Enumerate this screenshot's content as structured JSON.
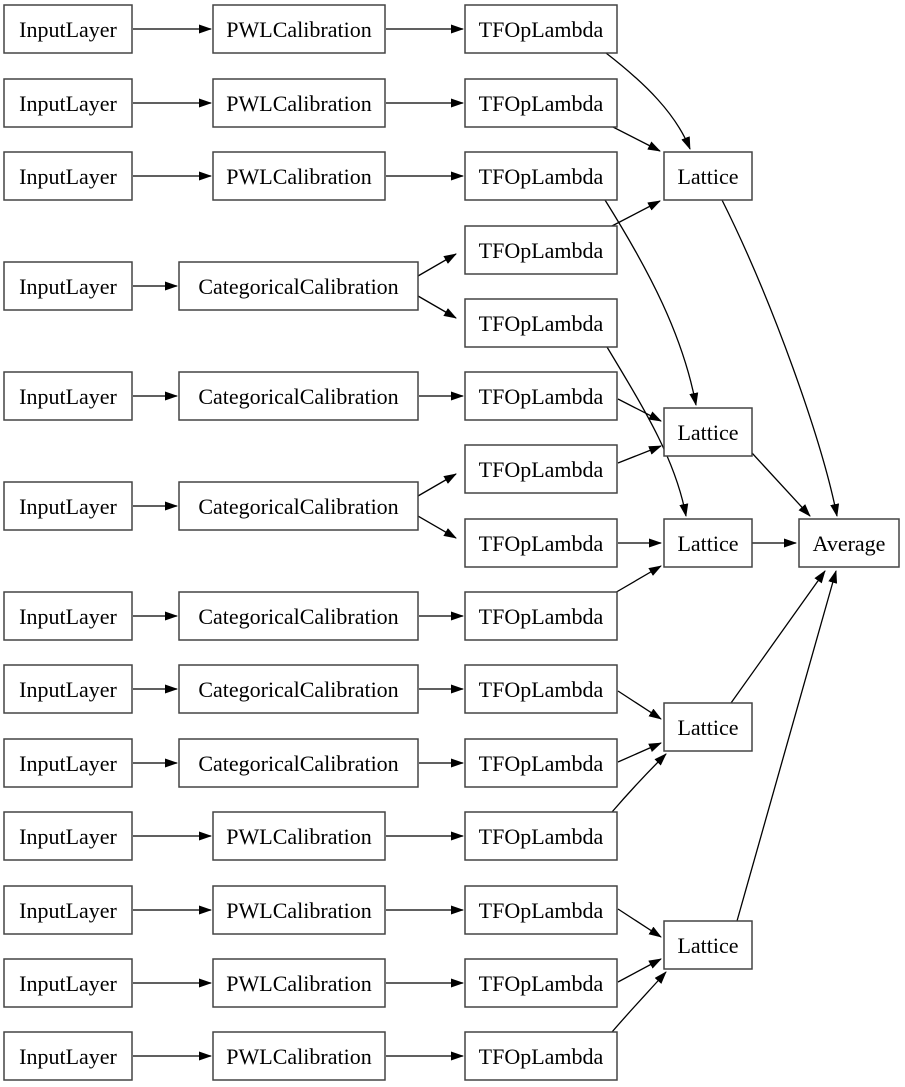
{
  "diagram": {
    "kind": "keras-model-graph",
    "palette": {
      "background": "#ffffff",
      "node_border": "#444444",
      "edge_color": "#000000",
      "text_color": "#000000"
    },
    "nodes": [
      {
        "id": "in1",
        "label": "InputLayer"
      },
      {
        "id": "in2",
        "label": "InputLayer"
      },
      {
        "id": "in3",
        "label": "InputLayer"
      },
      {
        "id": "in4",
        "label": "InputLayer"
      },
      {
        "id": "in5",
        "label": "InputLayer"
      },
      {
        "id": "in6",
        "label": "InputLayer"
      },
      {
        "id": "in7",
        "label": "InputLayer"
      },
      {
        "id": "in8",
        "label": "InputLayer"
      },
      {
        "id": "in9",
        "label": "InputLayer"
      },
      {
        "id": "in10",
        "label": "InputLayer"
      },
      {
        "id": "in11",
        "label": "InputLayer"
      },
      {
        "id": "in12",
        "label": "InputLayer"
      },
      {
        "id": "in13",
        "label": "InputLayer"
      },
      {
        "id": "cal1",
        "label": "PWLCalibration"
      },
      {
        "id": "cal2",
        "label": "PWLCalibration"
      },
      {
        "id": "cal3",
        "label": "PWLCalibration"
      },
      {
        "id": "cal4",
        "label": "CategoricalCalibration"
      },
      {
        "id": "cal5",
        "label": "CategoricalCalibration"
      },
      {
        "id": "cal6",
        "label": "CategoricalCalibration"
      },
      {
        "id": "cal7",
        "label": "CategoricalCalibration"
      },
      {
        "id": "cal8",
        "label": "CategoricalCalibration"
      },
      {
        "id": "cal9",
        "label": "CategoricalCalibration"
      },
      {
        "id": "cal10",
        "label": "PWLCalibration"
      },
      {
        "id": "cal11",
        "label": "PWLCalibration"
      },
      {
        "id": "cal12",
        "label": "PWLCalibration"
      },
      {
        "id": "cal13",
        "label": "PWLCalibration"
      },
      {
        "id": "tf1",
        "label": "TFOpLambda"
      },
      {
        "id": "tf2",
        "label": "TFOpLambda"
      },
      {
        "id": "tf3",
        "label": "TFOpLambda"
      },
      {
        "id": "tf4",
        "label": "TFOpLambda"
      },
      {
        "id": "tf5",
        "label": "TFOpLambda"
      },
      {
        "id": "tf6",
        "label": "TFOpLambda"
      },
      {
        "id": "tf7",
        "label": "TFOpLambda"
      },
      {
        "id": "tf8",
        "label": "TFOpLambda"
      },
      {
        "id": "tf9",
        "label": "TFOpLambda"
      },
      {
        "id": "tf10",
        "label": "TFOpLambda"
      },
      {
        "id": "tf11",
        "label": "TFOpLambda"
      },
      {
        "id": "tf12",
        "label": "TFOpLambda"
      },
      {
        "id": "tf13",
        "label": "TFOpLambda"
      },
      {
        "id": "tf14",
        "label": "TFOpLambda"
      },
      {
        "id": "tf15",
        "label": "TFOpLambda"
      },
      {
        "id": "lat1",
        "label": "Lattice"
      },
      {
        "id": "lat2",
        "label": "Lattice"
      },
      {
        "id": "lat3",
        "label": "Lattice"
      },
      {
        "id": "lat4",
        "label": "Lattice"
      },
      {
        "id": "lat5",
        "label": "Lattice"
      },
      {
        "id": "avg",
        "label": "Average"
      }
    ],
    "edges": [
      [
        "in1",
        "cal1"
      ],
      [
        "in2",
        "cal2"
      ],
      [
        "in3",
        "cal3"
      ],
      [
        "in4",
        "cal4"
      ],
      [
        "in5",
        "cal5"
      ],
      [
        "in6",
        "cal6"
      ],
      [
        "in7",
        "cal7"
      ],
      [
        "in8",
        "cal8"
      ],
      [
        "in9",
        "cal9"
      ],
      [
        "in10",
        "cal10"
      ],
      [
        "in11",
        "cal11"
      ],
      [
        "in12",
        "cal12"
      ],
      [
        "in13",
        "cal13"
      ],
      [
        "cal1",
        "tf1"
      ],
      [
        "cal2",
        "tf2"
      ],
      [
        "cal3",
        "tf3"
      ],
      [
        "cal4",
        "tf4"
      ],
      [
        "cal4",
        "tf5"
      ],
      [
        "cal5",
        "tf6"
      ],
      [
        "cal6",
        "tf7"
      ],
      [
        "cal6",
        "tf8"
      ],
      [
        "cal7",
        "tf9"
      ],
      [
        "cal8",
        "tf10"
      ],
      [
        "cal9",
        "tf11"
      ],
      [
        "cal10",
        "tf12"
      ],
      [
        "cal11",
        "tf13"
      ],
      [
        "cal12",
        "tf14"
      ],
      [
        "cal13",
        "tf15"
      ],
      [
        "tf1",
        "lat1"
      ],
      [
        "tf2",
        "lat1"
      ],
      [
        "tf4",
        "lat1"
      ],
      [
        "tf3",
        "lat2"
      ],
      [
        "tf6",
        "lat2"
      ],
      [
        "tf7",
        "lat2"
      ],
      [
        "tf5",
        "lat3"
      ],
      [
        "tf8",
        "lat3"
      ],
      [
        "tf9",
        "lat3"
      ],
      [
        "tf10",
        "lat4"
      ],
      [
        "tf11",
        "lat4"
      ],
      [
        "tf12",
        "lat4"
      ],
      [
        "tf13",
        "lat5"
      ],
      [
        "tf14",
        "lat5"
      ],
      [
        "tf15",
        "lat5"
      ],
      [
        "lat1",
        "avg"
      ],
      [
        "lat2",
        "avg"
      ],
      [
        "lat3",
        "avg"
      ],
      [
        "lat4",
        "avg"
      ],
      [
        "lat5",
        "avg"
      ]
    ]
  }
}
